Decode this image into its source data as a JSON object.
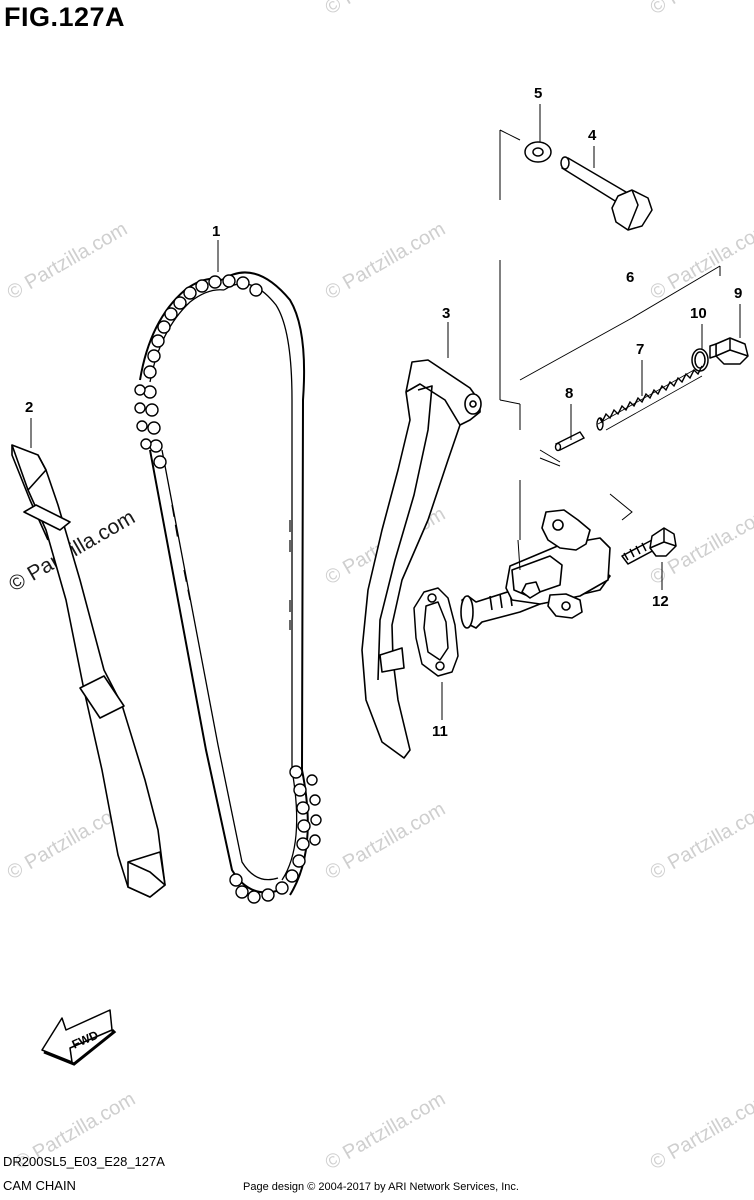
{
  "figure": {
    "title": "FIG.127A",
    "code": "DR200SL5_E03_E28_127A",
    "section": "CAM CHAIN",
    "copyright": "Page design © 2004-2017 by ARI Network Services, Inc."
  },
  "watermark": {
    "text": "© Partzilla.com"
  },
  "direction_badge": {
    "label": "FWD"
  },
  "callouts": [
    {
      "number": "1",
      "part": "cam-chain"
    },
    {
      "number": "2",
      "part": "chain-guide-front"
    },
    {
      "number": "3",
      "part": "chain-tensioner-guide"
    },
    {
      "number": "4",
      "part": "bolt"
    },
    {
      "number": "5",
      "part": "washer"
    },
    {
      "number": "6",
      "part": "tensioner-assembly"
    },
    {
      "number": "7",
      "part": "spring"
    },
    {
      "number": "8",
      "part": "pin"
    },
    {
      "number": "9",
      "part": "plug-bolt"
    },
    {
      "number": "10",
      "part": "o-ring"
    },
    {
      "number": "11",
      "part": "gasket"
    },
    {
      "number": "12",
      "part": "bolt"
    }
  ]
}
